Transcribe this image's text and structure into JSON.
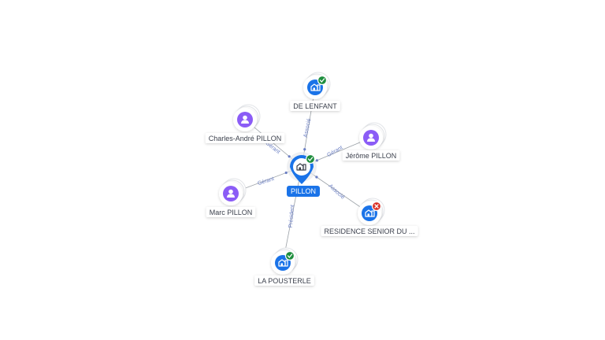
{
  "center": {
    "label": "PILLON",
    "icon": "company-icon",
    "status": "active",
    "accent": "#1a73e8"
  },
  "colors": {
    "company": "#1a73e8",
    "person": "#8b5cf6",
    "active": "#1e8e3e",
    "inactive": "#d93025",
    "edge": "#9aa0a6",
    "edge_label": "#6b7fc4"
  },
  "nodes": [
    {
      "id": "de-lenfant",
      "label": "DE LENFANT",
      "type": "company",
      "status": "active",
      "relation": "Associé"
    },
    {
      "id": "jerome-pillon",
      "label": "Jérôme PILLON",
      "type": "person",
      "relation": "Gérant"
    },
    {
      "id": "residence-senior",
      "label": "RESIDENCE SENIOR DU ...",
      "type": "company",
      "status": "inactive",
      "relation": "Associé"
    },
    {
      "id": "la-pousterle",
      "label": "LA POUSTERLE",
      "type": "company",
      "status": "active",
      "relation": "Président"
    },
    {
      "id": "marc-pillon",
      "label": "Marc PILLON",
      "type": "person",
      "relation": "Gérant"
    },
    {
      "id": "charles-andre-pillon",
      "label": "Charles-André PILLON",
      "type": "person",
      "relation": "Gérant"
    }
  ]
}
